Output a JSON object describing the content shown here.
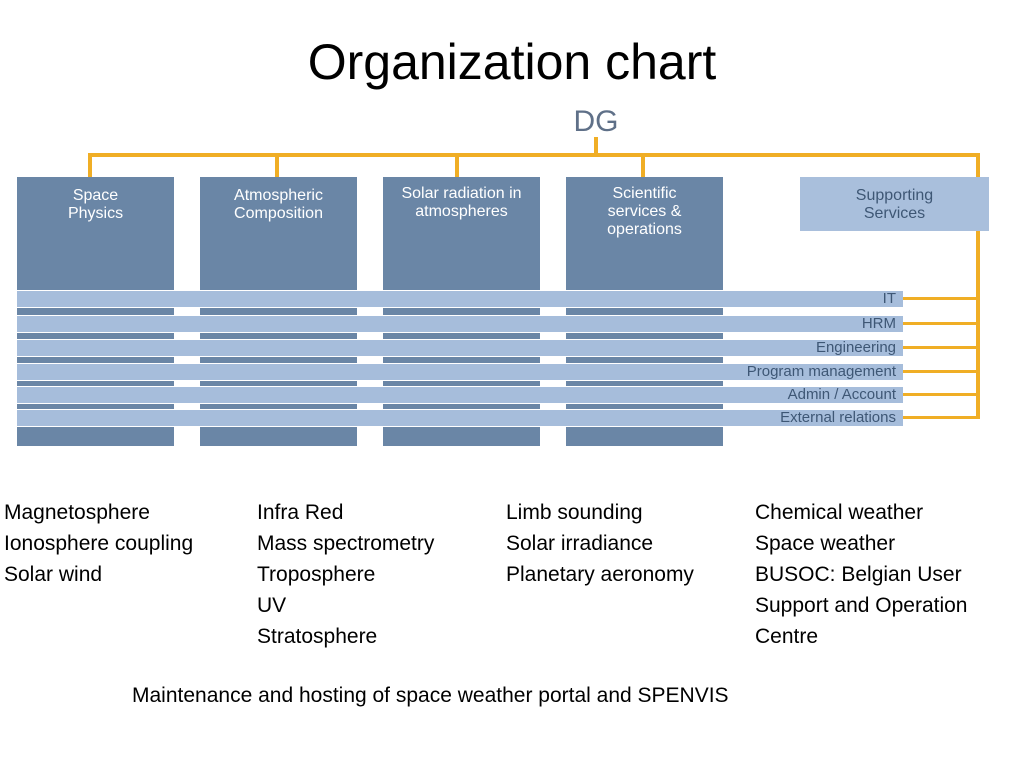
{
  "slide": {
    "title": "Organization chart",
    "top": "DG"
  },
  "departments": [
    {
      "name": "Space Physics",
      "topics": [
        "Magnetosphere",
        "Ionosphere coupling",
        "Solar wind"
      ]
    },
    {
      "name": "Atmospheric Composition",
      "topics": [
        "Infra Red",
        "Mass spectrometry",
        "Troposphere",
        "UV",
        "Stratosphere"
      ]
    },
    {
      "name": "Solar radiation in atmospheres",
      "topics": [
        "Limb sounding",
        "Solar irradiance",
        "Planetary aeronomy"
      ]
    },
    {
      "name": "Scientific services & operations",
      "topics": [
        "Chemical weather",
        "Space weather",
        "BUSOC: Belgian User",
        "Support and Operation",
        "Centre"
      ]
    }
  ],
  "supporting": "Supporting Services",
  "support_units": [
    "IT",
    "HRM",
    "Engineering",
    "Program management",
    "Admin / Account",
    "External relations"
  ],
  "footer": "Maintenance and hosting of space weather portal and SPENVIS",
  "colors": {
    "connector": "#f0ae25",
    "department": "#6a86a6",
    "support_band": "#a6bddb",
    "support_text": "#3e5775",
    "dg_text": "#5f7088"
  }
}
